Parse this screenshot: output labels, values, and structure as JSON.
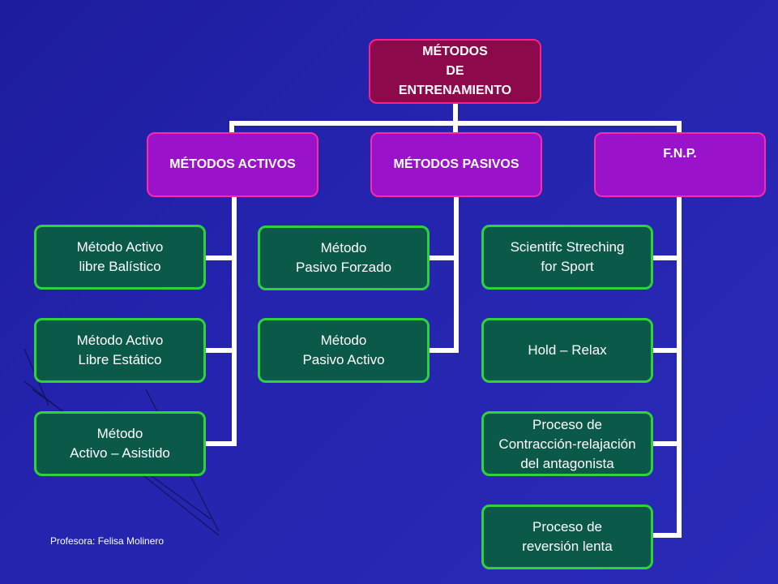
{
  "diagram": {
    "root": {
      "lines": [
        "MÉTODOS",
        "DE",
        "ENTRENAMIENTO"
      ]
    },
    "categories": [
      {
        "label": "MÉTODOS ACTIVOS"
      },
      {
        "label": "MÉTODOS PASIVOS"
      },
      {
        "label": "F.N.P."
      }
    ],
    "activos": [
      {
        "lines": [
          "Método Activo",
          "libre Balístico"
        ]
      },
      {
        "lines": [
          "Método Activo",
          "Libre Estático"
        ]
      },
      {
        "lines": [
          "Método",
          "Activo – Asistido"
        ]
      }
    ],
    "pasivos": [
      {
        "lines": [
          "Método",
          "Pasivo Forzado"
        ]
      },
      {
        "lines": [
          "Método",
          "Pasivo Activo"
        ]
      }
    ],
    "fnp": [
      {
        "lines": [
          "Scientifc Streching",
          "for Sport"
        ]
      },
      {
        "lines": [
          "Hold – Relax"
        ]
      },
      {
        "lines": [
          "Proceso de",
          "Contracción-relajación",
          "del antagonista"
        ]
      },
      {
        "lines": [
          "Proceso de",
          "reversión  lenta"
        ]
      }
    ]
  },
  "footer": {
    "text": "Profesora: Felisa Molinero"
  },
  "colors": {
    "background": "#2323ad",
    "root_fill": "#8c0a4b",
    "category_fill": "#9a12c9",
    "leaf_fill": "#0b5a49",
    "leaf_border": "#2fd23a",
    "connector": "#ffffff"
  }
}
